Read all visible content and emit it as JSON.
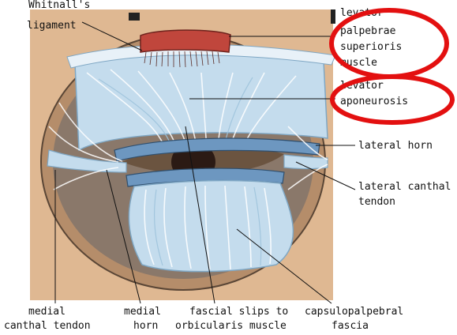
{
  "labels": {
    "whitnalls_line1": "Whitnall's",
    "whitnalls_line2": "ligament",
    "lps_line1": "levator",
    "lps_line2": "palpebrae",
    "lps_line3": "superioris",
    "lps_line4": "muscle",
    "apo_line1": "levator",
    "apo_line2": "aponeurosis",
    "lateral_horn": "lateral horn",
    "lct_line1": "lateral canthal",
    "lct_line2": "tendon",
    "mct_line1": "medial",
    "mct_line2": "canthal tendon",
    "mh_line1": "medial",
    "mh_line2": "horn",
    "fs_line1": "fascial slips to",
    "fs_line2": "orbicularis muscle",
    "cpf_line1": "capsulopalpebral",
    "cpf_line2": "fascia"
  },
  "colors": {
    "background": "#ffffff",
    "skin": "#dfb892",
    "orbit_rim": "#b58d6a",
    "orbit_inner": "#7a6a5a",
    "fascia": "#c4dced",
    "fascia_dark": "#8fb7d4",
    "tarsus": "#6d97c0",
    "muscle": "#c0463c",
    "highlight_circle": "#e31010"
  }
}
